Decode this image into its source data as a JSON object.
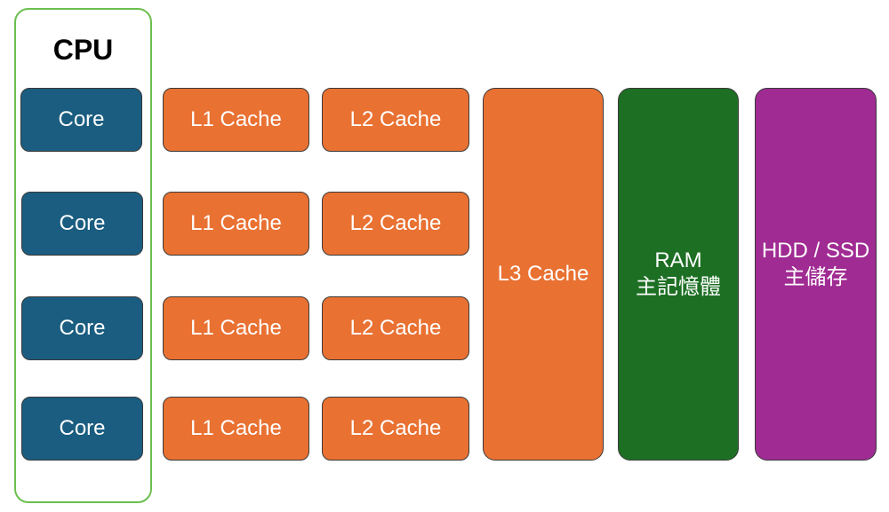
{
  "cpu": {
    "title": "CPU",
    "cores": [
      "Core",
      "Core",
      "Core",
      "Core"
    ]
  },
  "l1": [
    "L1 Cache",
    "L1 Cache",
    "L1 Cache",
    "L1 Cache"
  ],
  "l2": [
    "L2 Cache",
    "L2 Cache",
    "L2 Cache",
    "L2 Cache"
  ],
  "l3": {
    "label": "L3 Cache"
  },
  "ram": {
    "line1": "RAM",
    "line2": "主記憶體"
  },
  "storage": {
    "line1": "HDD / SSD",
    "line2": "主儲存"
  },
  "colors": {
    "core": "#1a5d80",
    "cache": "#e97132",
    "ram": "#1d6f24",
    "storage": "#a02b93",
    "cpu_border": "#6bbf4e"
  }
}
